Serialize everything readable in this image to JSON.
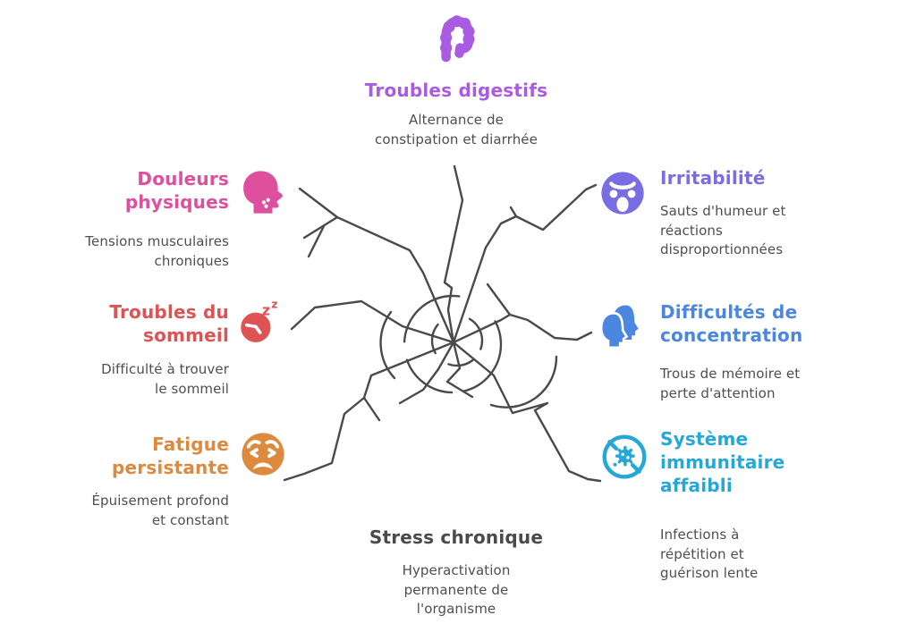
{
  "app": {
    "background": "#ffffff",
    "web_line_color": "#4a4a4a"
  },
  "main": {
    "title": "Stress chronique",
    "subtitle": "Hyperactivation\npermanente de\nl'organisme",
    "color": "#4a4a4a"
  },
  "nodes": [
    {
      "id": "troubles-digestifs",
      "title": "Troubles digestifs",
      "subtitle": "Alternance de\nconstipation et diarrhée",
      "color": "#a95ce2",
      "icon": "intestine-icon"
    },
    {
      "id": "douleurs-physiques",
      "title": "Douleurs\nphysiques",
      "subtitle": "Tensions musculaires\nchroniques",
      "color": "#de4f9e",
      "icon": "head-pain-icon"
    },
    {
      "id": "troubles-du-sommeil",
      "title": "Troubles du\nsommeil",
      "subtitle": "Difficulté à trouver\nle sommeil",
      "color": "#de5353",
      "icon": "sleep-clock-icon"
    },
    {
      "id": "fatigue-persistante",
      "title": "Fatigue\npersistante",
      "subtitle": "Épuisement profond\net constant",
      "color": "#de8a3e",
      "icon": "weary-face-icon"
    },
    {
      "id": "irritabilite",
      "title": "Irritabilité",
      "subtitle": "Sauts d'humeur et\nréactions\ndisproportionnées",
      "color": "#7a6de4",
      "icon": "angry-face-icon"
    },
    {
      "id": "difficultes-de-concentration",
      "title": "Difficultés de\nconcentration",
      "subtitle": "Trous de mémoire et\nperte d'attention",
      "color": "#4b87e0",
      "icon": "concentration-heads-icon"
    },
    {
      "id": "systeme-immunitaire-affaibli",
      "title": "Système\nimmunitaire\naffaibli",
      "subtitle": "Infections à\nrépétition et\nguérison lente",
      "color": "#25a7d7",
      "icon": "no-germ-icon"
    }
  ]
}
